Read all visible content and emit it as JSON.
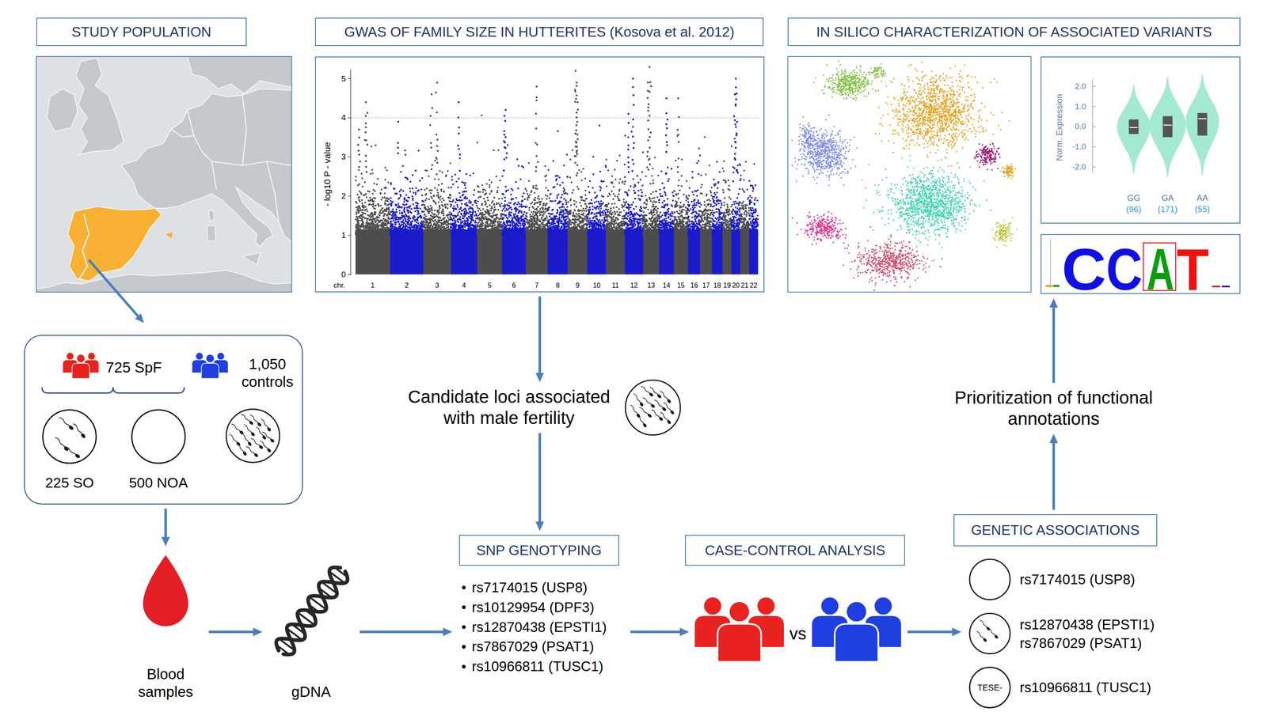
{
  "diagram": {
    "nodes": [
      {
        "text": [
          "STUDY POPULATION"
        ]
      },
      {
        "text": [
          "GWAS OF FAMILY SIZE IN HUTTERITES (Kosova et al. 2012)"
        ]
      },
      {
        "text": [
          "IN SILICO CHARACTERIZATION OF ASSOCIATED VARIANTS"
        ]
      },
      {
        "text": [
          "- log10 P - value"
        ]
      },
      {
        "text": [
          "Norm. Expression"
        ]
      },
      {
        "text": [
          "C",
          "C",
          "A",
          "T"
        ]
      },
      {
        "text": [
          "725 SpF",
          "1,050 controls"
        ]
      },
      {
        "text": [
          "225 SO"
        ],
        "in": 6
      },
      {
        "text": [
          "500 NOA"
        ],
        "in": 6
      },
      {
        "text": [
          "Blood samples"
        ]
      },
      {
        "text": [
          "gDNA"
        ]
      },
      {
        "text": [
          "Candidate loci associated with male fertility"
        ]
      },
      {
        "text": [
          "SNP GENOTYPING"
        ]
      },
      {
        "text": [
          "rs7174015 (USP8)",
          "rs10129954 (DPF3)",
          "rs12870438 (EPSTI1)",
          "rs7867029 (PSAT1)",
          "rs10966811 (TUSC1)"
        ]
      },
      {
        "text": [
          "CASE-CONTROL ANALYSIS"
        ]
      },
      {
        "text": [
          "vs"
        ]
      },
      {
        "text": [
          "GENETIC ASSOCIATIONS"
        ]
      },
      {
        "text": [
          "rs7174015 (USP8)",
          "rs12870438 (EPSTI1)",
          "rs7867029 (PSAT1)",
          "rs10966811 (TUSC1)"
        ]
      },
      {
        "text": [
          "TESE-"
        ],
        "in": 17
      },
      {
        "text": [
          "Prioritization of functional annotations"
        ]
      }
    ],
    "edges": [
      {
        "from": 6,
        "to": 9,
        "arrow": "to"
      },
      {
        "from": 9,
        "to": 10,
        "arrow": "to"
      },
      {
        "from": 10,
        "to": 13,
        "arrow": "to"
      },
      {
        "from": 3,
        "to": 11,
        "arrow": "to"
      },
      {
        "from": 11,
        "to": 12,
        "arrow": "to"
      },
      {
        "from": 13,
        "to": 15,
        "arrow": "to"
      },
      {
        "from": 15,
        "to": 17,
        "arrow": "to"
      },
      {
        "from": 16,
        "to": 19,
        "arrow": "to"
      },
      {
        "from": 19,
        "to": 5,
        "arrow": "to"
      }
    ],
    "labels": [
      "5",
      "4",
      "3",
      "2",
      "1",
      "0",
      "chr.",
      "1",
      "2",
      "3",
      "4",
      "5",
      "6",
      "7",
      "8",
      "9",
      "10",
      "11",
      "12",
      "13",
      "14",
      "15",
      "16",
      "17",
      "18",
      "19",
      "20",
      "21",
      "22",
      "2.0",
      "1.0",
      "0.0",
      "-1.0",
      "-2.0",
      "GG",
      "(96)",
      "GA",
      "(171)",
      "AA",
      "(55)"
    ]
  }
}
